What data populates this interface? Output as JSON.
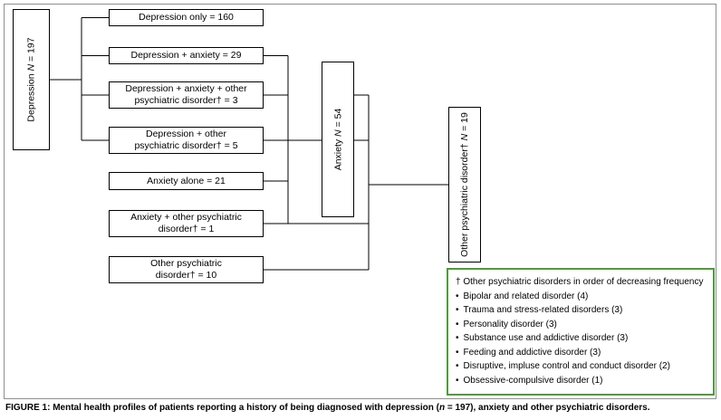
{
  "colors": {
    "legend_border": "#4f9b3a",
    "box_border": "#000000",
    "frame_border": "#8f8f8f",
    "background": "#ffffff"
  },
  "flowchart": {
    "depression_total": {
      "pre": "Depression ",
      "n": "N",
      "post": " = 197"
    },
    "anxiety_total": {
      "pre": "Anxiety ",
      "n": "N",
      "post": " = 54"
    },
    "other_total": {
      "pre": "Other psychiatric disorder† ",
      "n": "N",
      "post": " = 19"
    },
    "branches": [
      {
        "lines": [
          "Depression only = 160"
        ]
      },
      {
        "lines": [
          "Depression + anxiety = 29"
        ]
      },
      {
        "lines": [
          "Depression + anxiety + other",
          "psychiatric disorder† = 3"
        ]
      },
      {
        "lines": [
          "Depression + other",
          "psychiatric disorder† = 5"
        ]
      },
      {
        "lines": [
          "Anxiety alone = 21"
        ]
      },
      {
        "lines": [
          "Anxiety + other psychiatric",
          "disorder† = 1"
        ]
      },
      {
        "lines": [
          "Other psychiatric",
          "disorder† = 10"
        ]
      }
    ]
  },
  "legend": {
    "title": "† Other psychiatric disorders in order of decreasing frequency",
    "bullet": "•",
    "items": [
      "Bipolar and related disorder (4)",
      "Trauma and stress-related disorders (3)",
      "Personality disorder (3)",
      "Substance use and addictive disorder (3)",
      "Feeding and addictive disorder (3)",
      "Disruptive, impluse control and conduct disorder (2)",
      "Obsessive-compulsive disorder (1)"
    ]
  },
  "caption": {
    "label": "FIGURE 1:",
    "pre": " Mental health profiles of patients reporting a history of being diagnosed with depression (",
    "n": "n",
    "post": " = 197), anxiety and other psychiatric disorders."
  }
}
